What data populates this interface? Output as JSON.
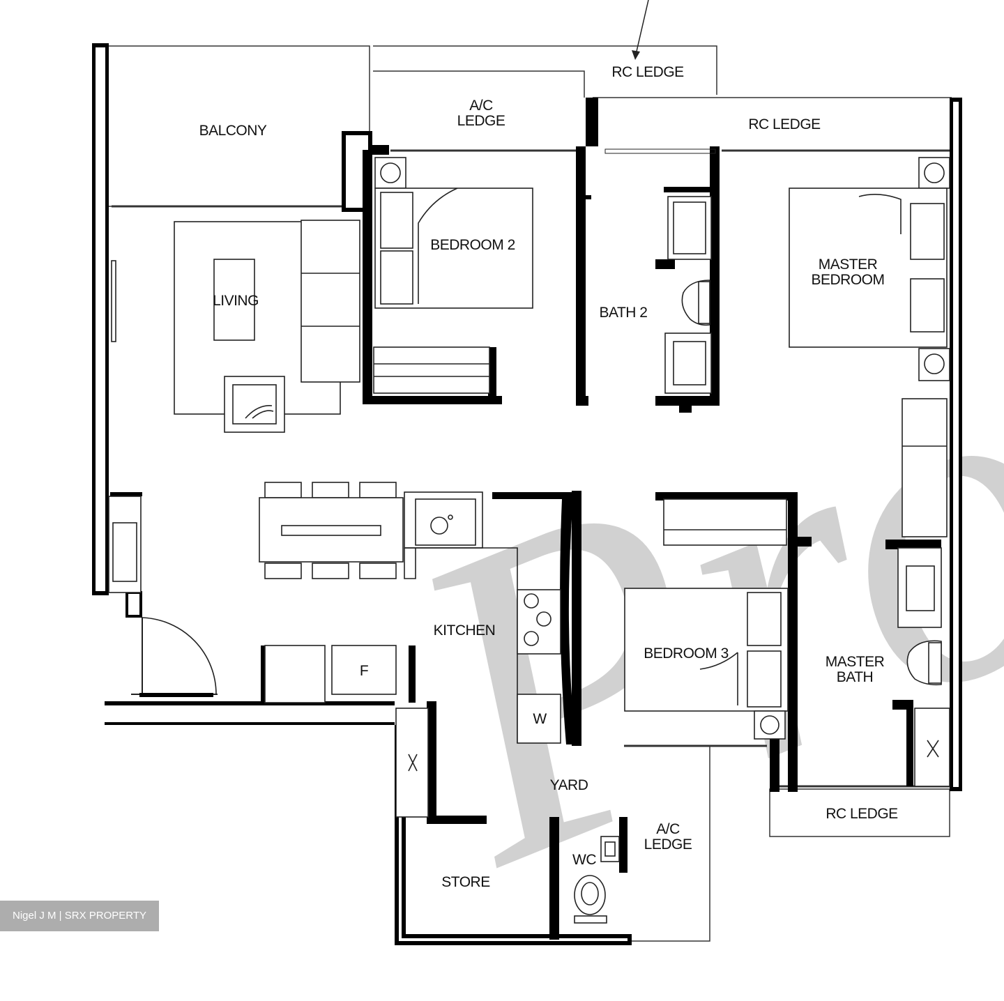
{
  "rooms": {
    "balcony": "BALCONY",
    "ac_ledge_top_line1": "A/C",
    "ac_ledge_top_line2": "LEDGE",
    "rc_ledge_top": "RC LEDGE",
    "rc_ledge_upper": "RC LEDGE",
    "bedroom2": "BEDROOM 2",
    "living": "LIVING",
    "bath2": "BATH 2",
    "master_bedroom_line1": "MASTER",
    "master_bedroom_line2": "BEDROOM",
    "kitchen": "KITCHEN",
    "bedroom3": "BEDROOM 3",
    "master_bath_line1": "MASTER",
    "master_bath_line2": "BATH",
    "fridge": "F",
    "washer": "W",
    "yard": "YARD",
    "ac_ledge_bottom_line1": "A/C",
    "ac_ledge_bottom_line2": "LEDGE",
    "rc_ledge_bottom": "RC LEDGE",
    "wc": "WC",
    "store": "STORE"
  },
  "watermark": "Pro",
  "credit": "Nigel J M | SRX PROPERTY"
}
